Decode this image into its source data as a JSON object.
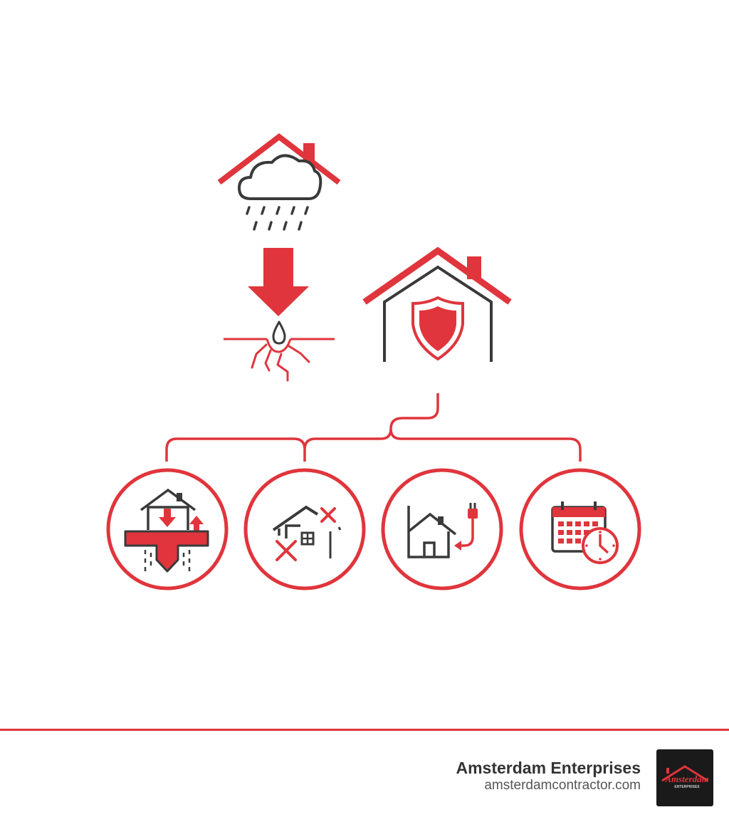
{
  "colors": {
    "accent": "#e0353c",
    "dark": "#3a3a3a",
    "background": "#ffffff",
    "logo_background": "#1a1a1a"
  },
  "icons": {
    "top": [
      "rain-cloud-house-icon",
      "down-arrow-icon",
      "water-seeping-cracked-ground-icon",
      "protected-house-shield-icon"
    ],
    "circles": [
      "drainage-house-icon",
      "crossed-out-house-damage-icon",
      "house-sump-pump-power-icon",
      "calendar-clock-icon"
    ]
  },
  "footer": {
    "brand_name": "Amsterdam Enterprises",
    "brand_url": "amsterdamcontractor.com",
    "logo_text": "Amsterdam",
    "logo_subtext": "ENTERPRISES"
  }
}
